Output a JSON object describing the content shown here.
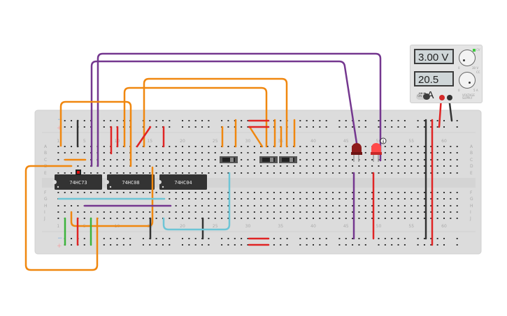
{
  "power_supply": {
    "voltage_display": "3.00 V",
    "current_display": "20.5 mA",
    "switch_label": "ON",
    "voltage_knob_min": "0",
    "voltage_knob_max": "30 V",
    "current_knob_min": "0",
    "current_knob_max": "5 A",
    "cv_label": "CV",
    "cc_label": "CC",
    "brand_label": "VOLTAGE SUPPLY",
    "colors": {
      "positive": "#d42a2a",
      "negative": "#333333",
      "cv_led": "#3ecc3e"
    }
  },
  "breadboard": {
    "row_labels_top": [
      "A",
      "B",
      "C",
      "D",
      "E"
    ],
    "row_labels_bottom": [
      "F",
      "G",
      "H",
      "I",
      "J"
    ],
    "column_numbers": [
      "1",
      "5",
      "10",
      "15",
      "20",
      "25",
      "30",
      "35",
      "40",
      "45",
      "50",
      "55",
      "60"
    ],
    "rail_labels": {
      "minus": "−",
      "plus": "+"
    }
  },
  "chips": [
    {
      "label": "74HC73"
    },
    {
      "label": "74HC08"
    },
    {
      "label": "74HC04"
    }
  ],
  "switches": [
    {
      "name": "slide-switch-1"
    },
    {
      "name": "slide-switch-2"
    },
    {
      "name": "slide-switch-3"
    }
  ],
  "leds": [
    {
      "name": "led-dark-red",
      "state": "off",
      "color": "#8e1c1c"
    },
    {
      "name": "led-red",
      "state": "on",
      "color": "#ff4a4a"
    }
  ],
  "info_badge": "i",
  "wire_colors": {
    "orange": "#f0870f",
    "purple": "#74378f",
    "red": "#e02424",
    "black": "#333333",
    "green": "#3cb43c",
    "cyan": "#6ec5d6"
  }
}
